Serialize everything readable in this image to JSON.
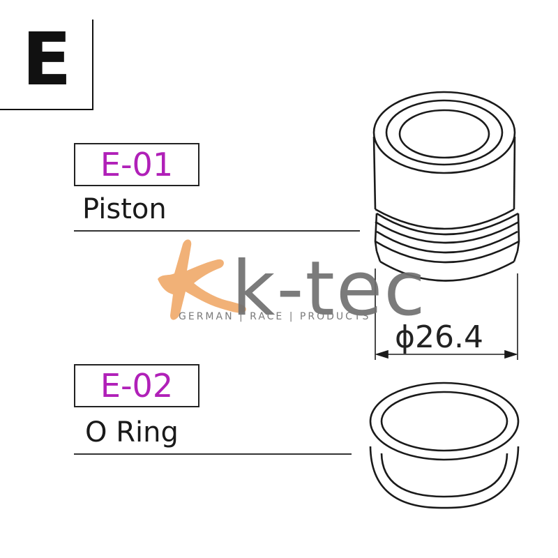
{
  "section": {
    "letter": "E"
  },
  "parts": [
    {
      "code": "E-01",
      "name": "Piston"
    },
    {
      "code": "E-02",
      "name": "O Ring"
    }
  ],
  "dimension": {
    "label": "ϕ26.4"
  },
  "watermark": {
    "brand": "k-tec",
    "tagline": "GERMAN | RACE | PRODUCTS",
    "accent_color": "#f0a868",
    "text_color": "#707070"
  },
  "colors": {
    "code_text": "#b020b8",
    "line": "#222222"
  }
}
